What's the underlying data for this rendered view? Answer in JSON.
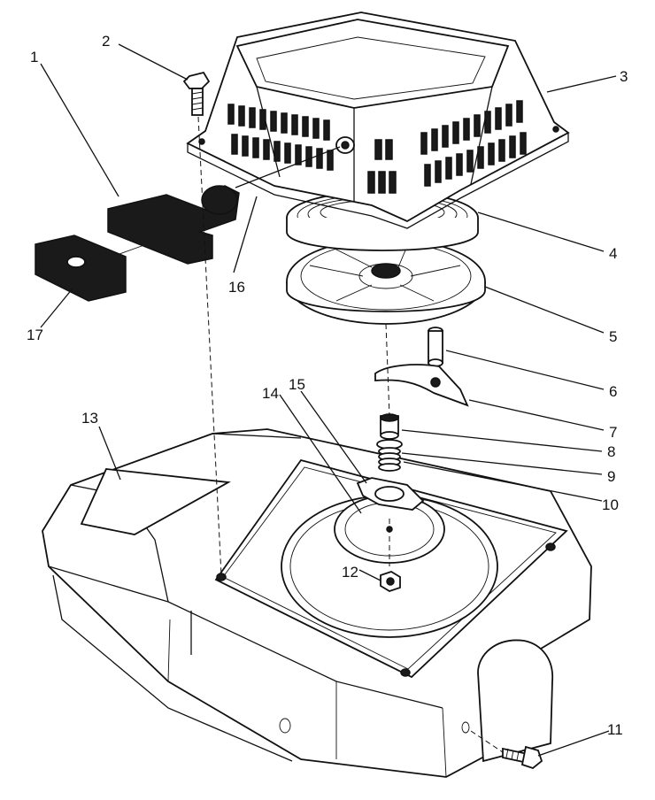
{
  "diagram": {
    "callouts": [
      {
        "id": "1",
        "label": "1"
      },
      {
        "id": "2",
        "label": "2"
      },
      {
        "id": "3",
        "label": "3"
      },
      {
        "id": "4",
        "label": "4"
      },
      {
        "id": "5",
        "label": "5"
      },
      {
        "id": "6",
        "label": "6"
      },
      {
        "id": "7",
        "label": "7"
      },
      {
        "id": "8",
        "label": "8"
      },
      {
        "id": "9",
        "label": "9"
      },
      {
        "id": "10",
        "label": "10"
      },
      {
        "id": "11",
        "label": "11"
      },
      {
        "id": "12",
        "label": "12"
      },
      {
        "id": "13",
        "label": "13"
      },
      {
        "id": "14",
        "label": "14"
      },
      {
        "id": "15",
        "label": "15"
      },
      {
        "id": "16",
        "label": "16"
      },
      {
        "id": "17",
        "label": "17"
      }
    ],
    "colors": {
      "ink": "#111111",
      "paper": "#ffffff"
    }
  }
}
